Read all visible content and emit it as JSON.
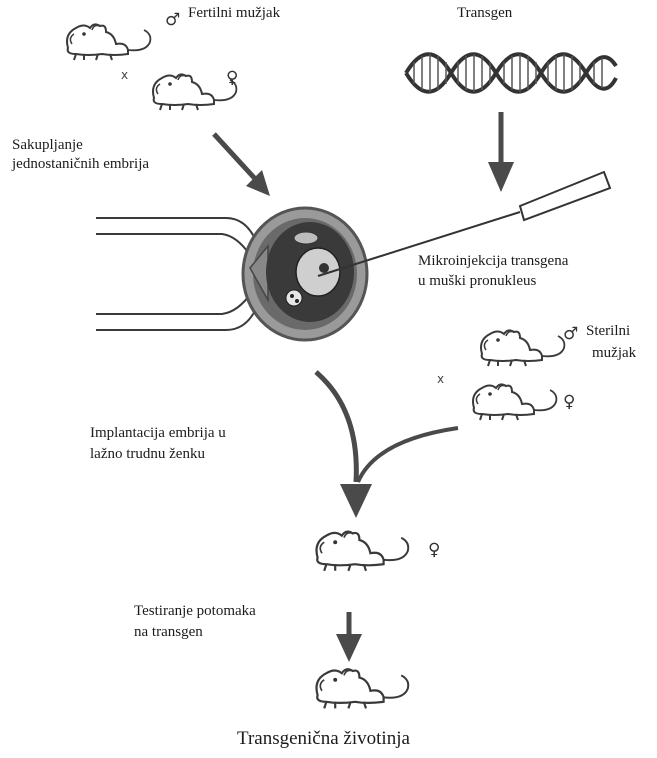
{
  "labels": {
    "fertile_male": "Fertilni mužjak",
    "transgene": "Transgen",
    "collect_embryos_line1": "Sakupljanje",
    "collect_embryos_line2": "jednostaničnih embrija",
    "microinjection_line1": "Mikroinjekcija transgena",
    "microinjection_line2": "u muški pronukleus",
    "sterile_male_line1": "Sterilni",
    "sterile_male_line2": "mužjak",
    "implantation_line1": "Implantacija embrija u",
    "implantation_line2": "lažno trudnu ženku",
    "testing_line1": "Testiranje potomaka",
    "testing_line2": "na transgen",
    "result": "Transgenična životinja"
  },
  "symbols": {
    "male": "♂",
    "female": "♀",
    "cross": "x"
  }
}
